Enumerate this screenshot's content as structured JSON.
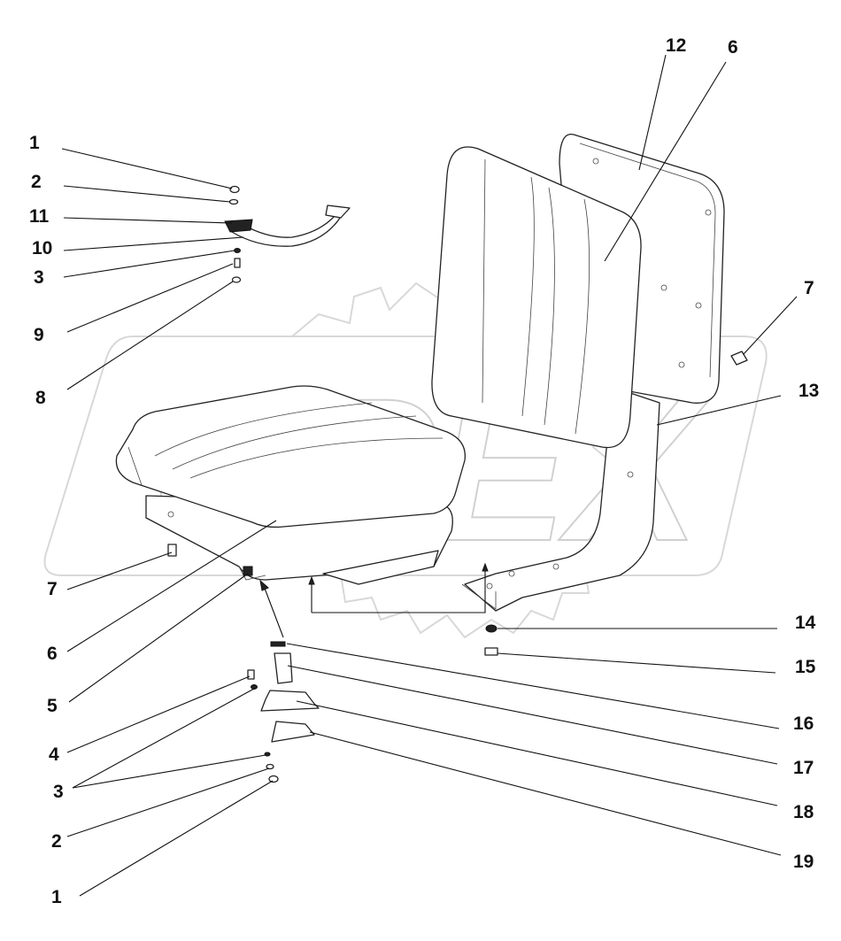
{
  "watermark": {
    "text": "OPEX"
  },
  "callouts": [
    {
      "id": "c1a",
      "label": "1"
    },
    {
      "id": "c2a",
      "label": "2"
    },
    {
      "id": "c11",
      "label": "11"
    },
    {
      "id": "c10",
      "label": "10"
    },
    {
      "id": "c3a",
      "label": "3"
    },
    {
      "id": "c9",
      "label": "9"
    },
    {
      "id": "c8",
      "label": "8"
    },
    {
      "id": "c12",
      "label": "12"
    },
    {
      "id": "c6a",
      "label": "6"
    },
    {
      "id": "c7a",
      "label": "7"
    },
    {
      "id": "c13",
      "label": "13"
    },
    {
      "id": "c7b",
      "label": "7"
    },
    {
      "id": "c6b",
      "label": "6"
    },
    {
      "id": "c5",
      "label": "5"
    },
    {
      "id": "c14",
      "label": "14"
    },
    {
      "id": "c15",
      "label": "15"
    },
    {
      "id": "c16",
      "label": "16"
    },
    {
      "id": "c4",
      "label": "4"
    },
    {
      "id": "c17",
      "label": "17"
    },
    {
      "id": "c3b",
      "label": "3"
    },
    {
      "id": "c18",
      "label": "18"
    },
    {
      "id": "c2b",
      "label": "2"
    },
    {
      "id": "c19",
      "label": "19"
    },
    {
      "id": "c1b",
      "label": "1"
    }
  ]
}
